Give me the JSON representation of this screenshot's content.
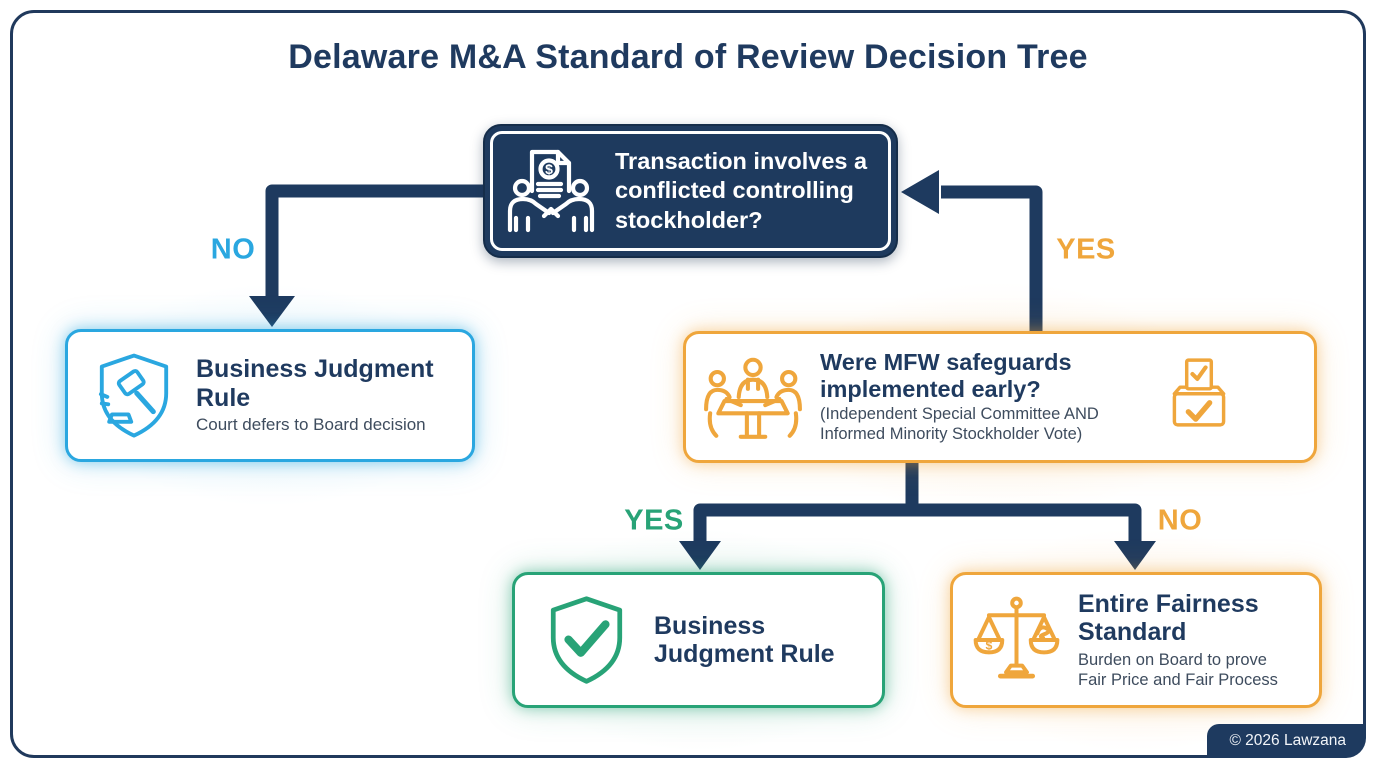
{
  "title": "Delaware M&A Standard of Review Decision Tree",
  "colors": {
    "navy": "#1E3A5F",
    "blue": "#2AA7E0",
    "orange": "#EFA63C",
    "green": "#28A377"
  },
  "icons": {
    "root": "handshake-deal-icon",
    "business_judgment_no": "shield-gavel-icon",
    "mfw_left": "committee-meeting-icon",
    "mfw_right": "ballot-box-icon",
    "business_judgment_yes": "shield-check-icon",
    "entire_fairness": "scales-of-justice-icon"
  },
  "tree": {
    "root": {
      "question": "Transaction involves a conflicted controlling stockholder?"
    },
    "edges": {
      "root_no": "NO",
      "root_yes": "YES",
      "mfw_yes": "YES",
      "mfw_no": "NO"
    },
    "business_judgment_no": {
      "title": "Business Judgment Rule",
      "subtitle": "Court defers to Board decision"
    },
    "mfw": {
      "question": "Were MFW safeguards implemented early?",
      "detail": "(Independent Special Committee AND Informed Minority Stockholder Vote)"
    },
    "business_judgment_yes": {
      "title": "Business Judgment Rule"
    },
    "entire_fairness": {
      "title": "Entire Fairness Standard",
      "subtitle": "Burden on Board to prove Fair Price and Fair Process"
    }
  },
  "footer": {
    "copyright": "© 2026 Lawzana"
  }
}
